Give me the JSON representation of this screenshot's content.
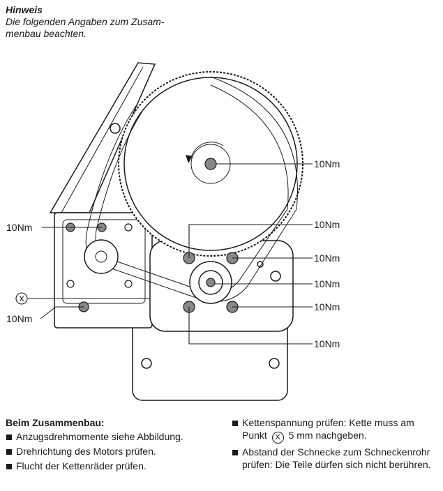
{
  "note": {
    "title": "Hinweis",
    "line1": "Die folgenden Angaben zum Zusam-",
    "line2": "menbau beachten."
  },
  "labels": {
    "torque": "10Nm",
    "point_x": "X"
  },
  "instructions": {
    "heading": "Beim Zusammenbau:",
    "left": [
      "Anzugsdrehmomente siehe Abbildung.",
      "Drehrichtung des Motors prüfen.",
      "Flucht der Kettenräder prüfen."
    ],
    "right_item1_before": "Kettenspannung prüfen: Kette muss am Punkt",
    "right_item1_after": "5 mm nachgeben.",
    "right_item2": "Abstand der Schnecke zum Schneckenrohr prüfen: Die Teile dürfen sich nicht berühren."
  }
}
